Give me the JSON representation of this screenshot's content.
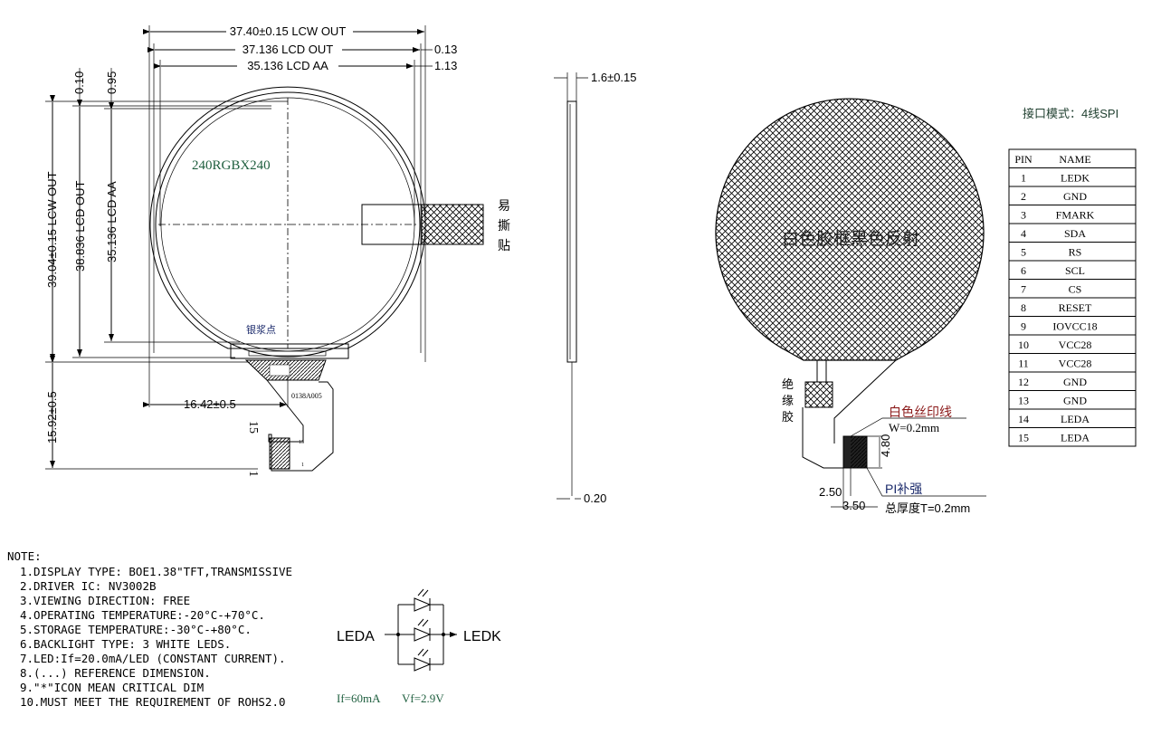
{
  "front_view": {
    "dim_lcw_width": "37.40±0.15 LCW OUT",
    "dim_lcd_width": "37.136 LCD OUT",
    "dim_lcd_width_offset": "0.13",
    "dim_aa_width": "35.136 LCD AA",
    "dim_aa_width_offset": "1.13",
    "dim_top_offset_1": "0.10",
    "dim_top_offset_2": "0.95",
    "dim_lcw_height": "39.04±0.15 LCW OUT",
    "dim_lcd_height": "38.836 LCD OUT",
    "dim_aa_height": "35.136 LCD AA",
    "dim_fpc_length": "15.92±0.5",
    "dim_fpc_offset": "16.42±0.5",
    "resolution": "240RGBX240",
    "tear_tape_label": [
      "易",
      "撕",
      "贴"
    ],
    "silver_dot_label": "银浆点",
    "fpc_code": "0138A005",
    "pin_15": "15",
    "pin_1": "1",
    "pin_15_small": "15",
    "pin_1_small": "1"
  },
  "side_view": {
    "dim_thickness": "1.6±0.15",
    "dim_fpc_thickness": "0.20"
  },
  "back_view": {
    "frame_label": "白色胶框黑色反射",
    "insulation_label": [
      "绝",
      "缘",
      "胶"
    ],
    "silkscreen_label": "白色丝印线",
    "silkscreen_width": "W=0.2mm",
    "stiffener_label": "PI补强",
    "total_thickness": "总厚度T=0.2mm",
    "dim_stiffener_height": "4.80",
    "dim_2_50": "2.50",
    "dim_3_50": "3.50"
  },
  "interface": {
    "mode_label": "接口模式：4线SPI",
    "headers": [
      "PIN",
      "NAME"
    ],
    "pins": [
      [
        "1",
        "LEDK"
      ],
      [
        "2",
        "GND"
      ],
      [
        "3",
        "FMARK"
      ],
      [
        "4",
        "SDA"
      ],
      [
        "5",
        "RS"
      ],
      [
        "6",
        "SCL"
      ],
      [
        "7",
        "CS"
      ],
      [
        "8",
        "RESET"
      ],
      [
        "9",
        "IOVCC18"
      ],
      [
        "10",
        "VCC28"
      ],
      [
        "11",
        "VCC28"
      ],
      [
        "12",
        "GND"
      ],
      [
        "13",
        "GND"
      ],
      [
        "14",
        "LEDA"
      ],
      [
        "15",
        "LEDA"
      ]
    ]
  },
  "notes": {
    "title": "NOTE:",
    "items": [
      "1.DISPLAY TYPE: BOE1.38\"TFT,TRANSMISSIVE",
      "2.DRIVER IC: NV3002B",
      "3.VIEWING DIRECTION: FREE",
      "4.OPERATING TEMPERATURE:-20°C-+70°C.",
      "5.STORAGE TEMPERATURE:-30°C-+80°C.",
      "6.BACKLIGHT TYPE: 3 WHITE LEDS.",
      "7.LED:If=20.0mA/LED (CONSTANT CURRENT).",
      "8.(...) REFERENCE DIMENSION.",
      "9.\"*\"ICON MEAN CRITICAL DIM",
      "10.MUST MEET THE REQUIREMENT OF ROHS2.0"
    ]
  },
  "led_circuit": {
    "anode": "LEDA",
    "cathode": "LEDK",
    "current": "If=60mA",
    "voltage": "Vf=2.9V"
  },
  "colors": {
    "line": "#000000",
    "label_green": "#1f5f3f",
    "label_blue": "#1b2a6b"
  }
}
